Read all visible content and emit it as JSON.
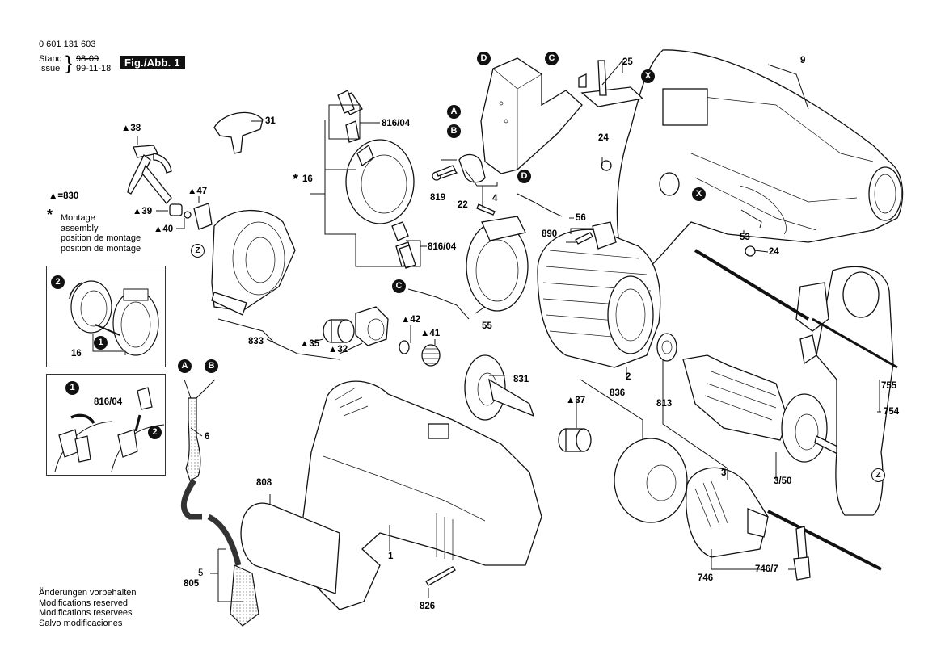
{
  "header": {
    "part_number": "0 601 131 603",
    "stand_label": "Stand",
    "issue_label": "Issue",
    "stand_value_struck": "98-09",
    "issue_value": "99-11-18",
    "figure_badge": "Fig./Abb. 1"
  },
  "legend": {
    "triangle_note": "▲=830",
    "asterisk_symbol": "*",
    "asterisk_lines": [
      "Montage",
      "assembly",
      "position de montage",
      "position de montage"
    ]
  },
  "footer_notes": [
    "Änderungen vorbehalten",
    "Modifications reserved",
    "Modifications reservees",
    "Salvo modificaciones"
  ],
  "callouts": {
    "A": "A",
    "B": "B",
    "C": "C",
    "D": "D",
    "X": "X",
    "Z": "Z",
    "step1": "1",
    "step2": "2"
  },
  "parts": {
    "p31": "31",
    "p38": "▲38",
    "p47": "▲47",
    "p39": "▲39",
    "p40": "▲40",
    "p816_04_top": "816/04",
    "p16": "16",
    "p816_04_bottom": "816/04",
    "p819": "819",
    "p4": "4",
    "p22": "22",
    "p56": "56",
    "p25": "25",
    "p24_top": "24",
    "p9": "9",
    "p890": "890",
    "p53": "53",
    "p24_bottom": "24",
    "p55": "55",
    "p833": "833",
    "p35": "▲35",
    "p32": "▲32",
    "p42": "▲42",
    "p41": "▲41",
    "p831": "831",
    "p37": "▲37",
    "p836": "836",
    "p2": "2",
    "p813": "813",
    "p3": "3",
    "p3_50": "3/50",
    "p755": "755",
    "p754": "754",
    "p746": "746",
    "p746_7": "746/7",
    "p6": "6",
    "p808": "808",
    "p1": "1",
    "p5": "5",
    "p805": "805",
    "p826": "826",
    "inset_16": "16",
    "inset_816_04": "816/04"
  }
}
